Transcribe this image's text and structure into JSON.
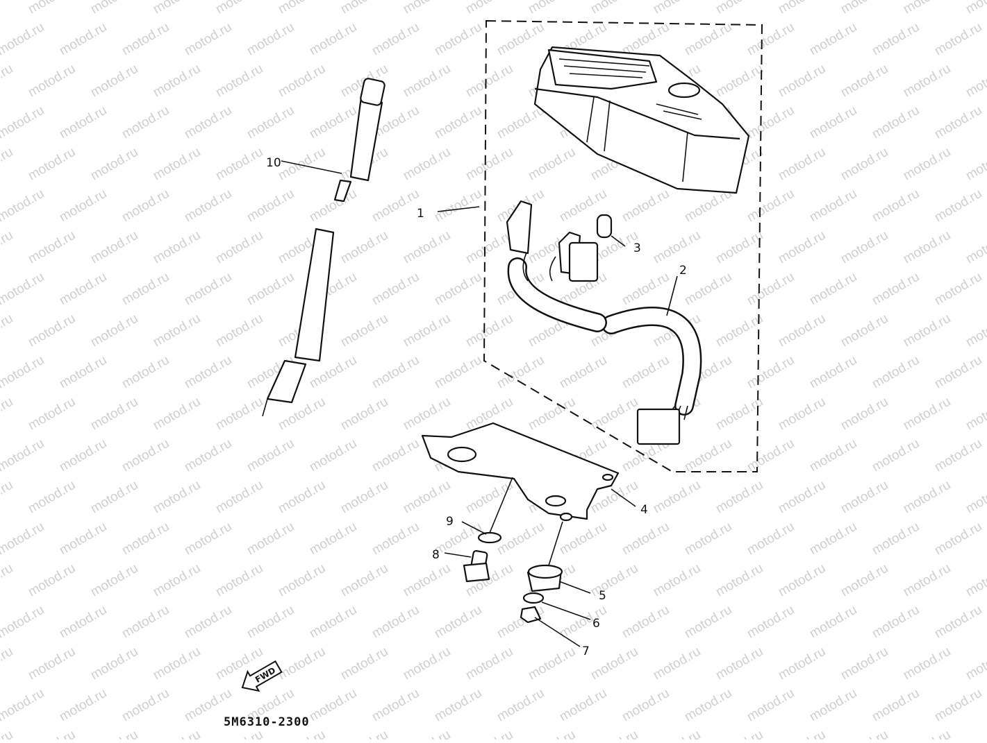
{
  "diagram": {
    "watermark": "motod.ru",
    "catalog_code": "5M6310-2300",
    "fwd_label": "FWD",
    "callouts": [
      {
        "id": "1",
        "label": "1"
      },
      {
        "id": "2",
        "label": "2"
      },
      {
        "id": "3",
        "label": "3"
      },
      {
        "id": "4",
        "label": "4"
      },
      {
        "id": "5",
        "label": "5"
      },
      {
        "id": "6",
        "label": "6"
      },
      {
        "id": "7",
        "label": "7"
      },
      {
        "id": "8",
        "label": "8"
      },
      {
        "id": "9",
        "label": "9"
      },
      {
        "id": "10",
        "label": "10"
      }
    ]
  }
}
